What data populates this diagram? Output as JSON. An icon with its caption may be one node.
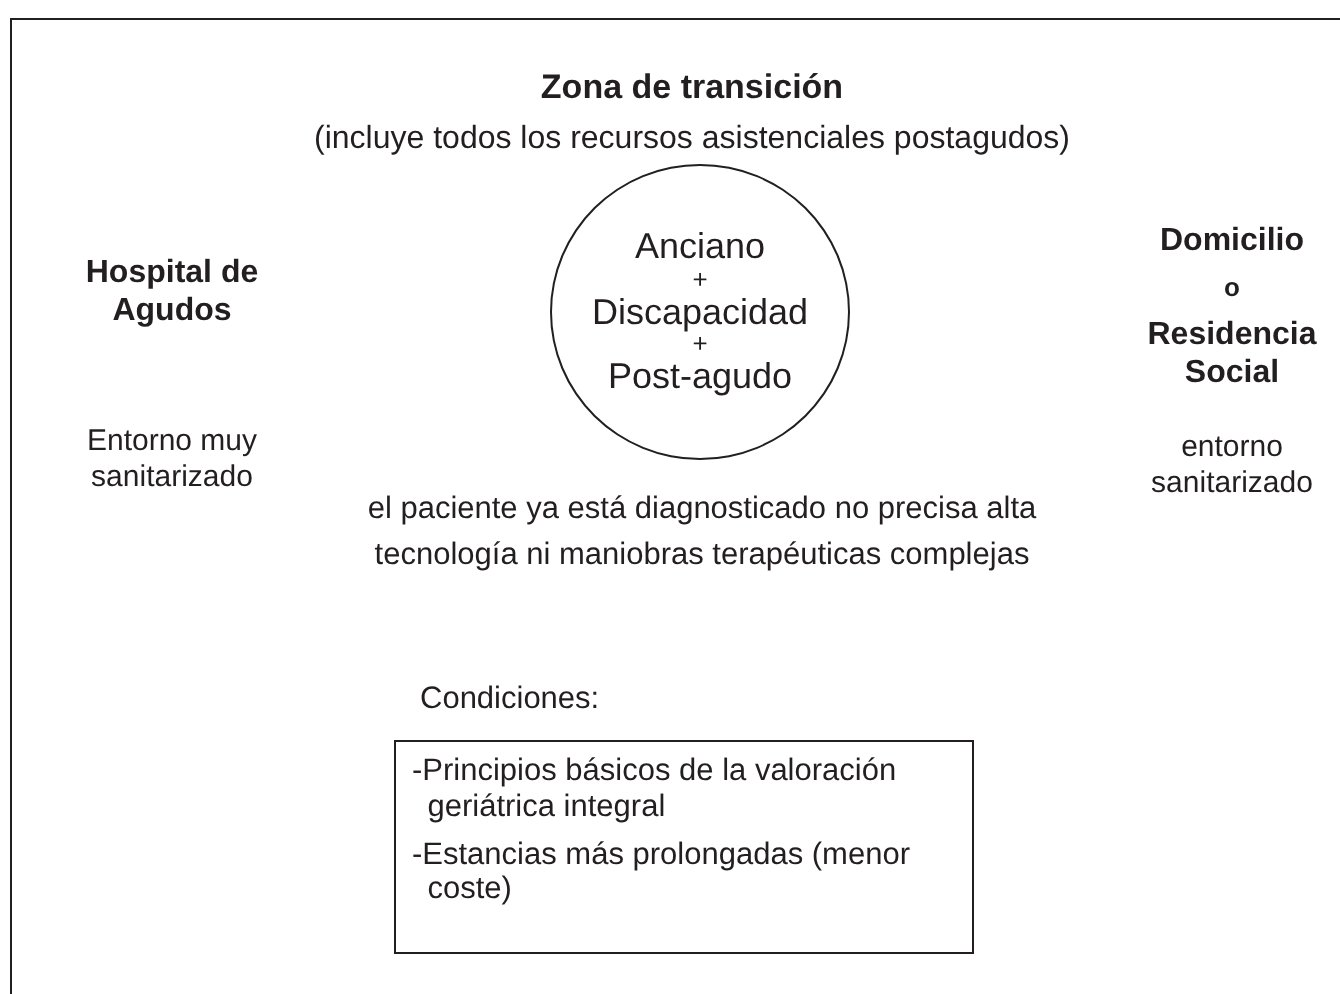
{
  "diagram": {
    "nodes": [
      {
        "text": [
          "Zona de transición",
          "(incluye todos los recursos asistenciales postagudos)"
        ]
      },
      {
        "text": [
          "Anciano",
          "+",
          "Discapacidad",
          "+",
          "Post-agudo"
        ],
        "in": 0
      },
      {
        "text": [
          "-Principios básicos de la valoración geriátrica integral",
          "-Estancias más prolongadas (menor coste)"
        ],
        "in": 0
      }
    ],
    "edges": [],
    "labels": [
      "Hospital de Agudos",
      "Domicilio",
      "o",
      "Residencia Social",
      "Entorno muy sanitarizado",
      "entorno sanitarizado",
      "el paciente ya está diagnosticado no precisa alta tecnología ni maniobras terapéuticas complejas",
      "Condiciones:"
    ]
  }
}
